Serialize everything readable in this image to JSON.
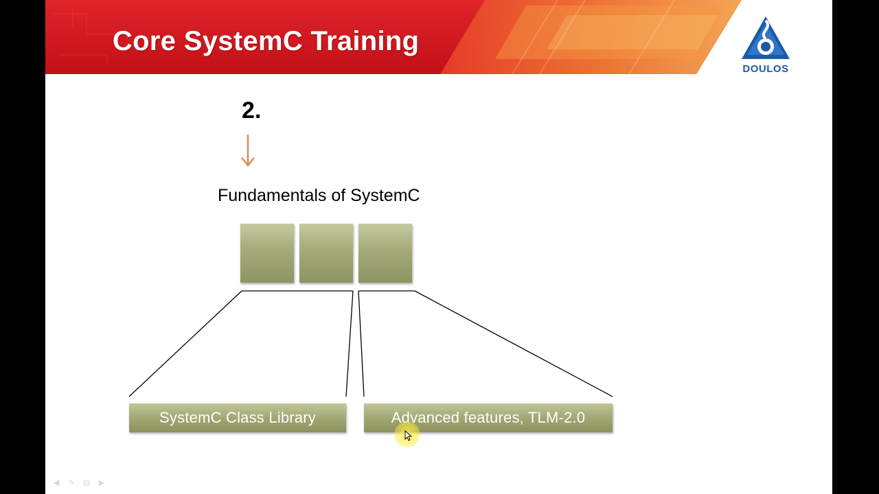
{
  "slide": {
    "title": "Core SystemC Training",
    "logo_text": "DOULOS",
    "step_number": "2.",
    "fundamentals_label": "Fundamentals of SystemC",
    "topics": [
      {
        "label": "SystemC Class Library"
      },
      {
        "label": "Advanced features, TLM-2.0"
      }
    ],
    "module_boxes_count": 3
  },
  "colors": {
    "banner_red": "#d3121b",
    "banner_orange": "#f39c3c",
    "box_olive": "#a4aa78",
    "arrow_orange": "#d98c5a",
    "logo_blue": "#1b5aa8",
    "cursor_highlight": "#ffe84a"
  },
  "icons": {
    "down_arrow": "down-arrow-icon",
    "logo": "doulos-logo-icon",
    "pointer": "mouse-pointer-icon",
    "nav": [
      "prev-icon",
      "pen-icon",
      "menu-icon",
      "next-icon"
    ]
  }
}
